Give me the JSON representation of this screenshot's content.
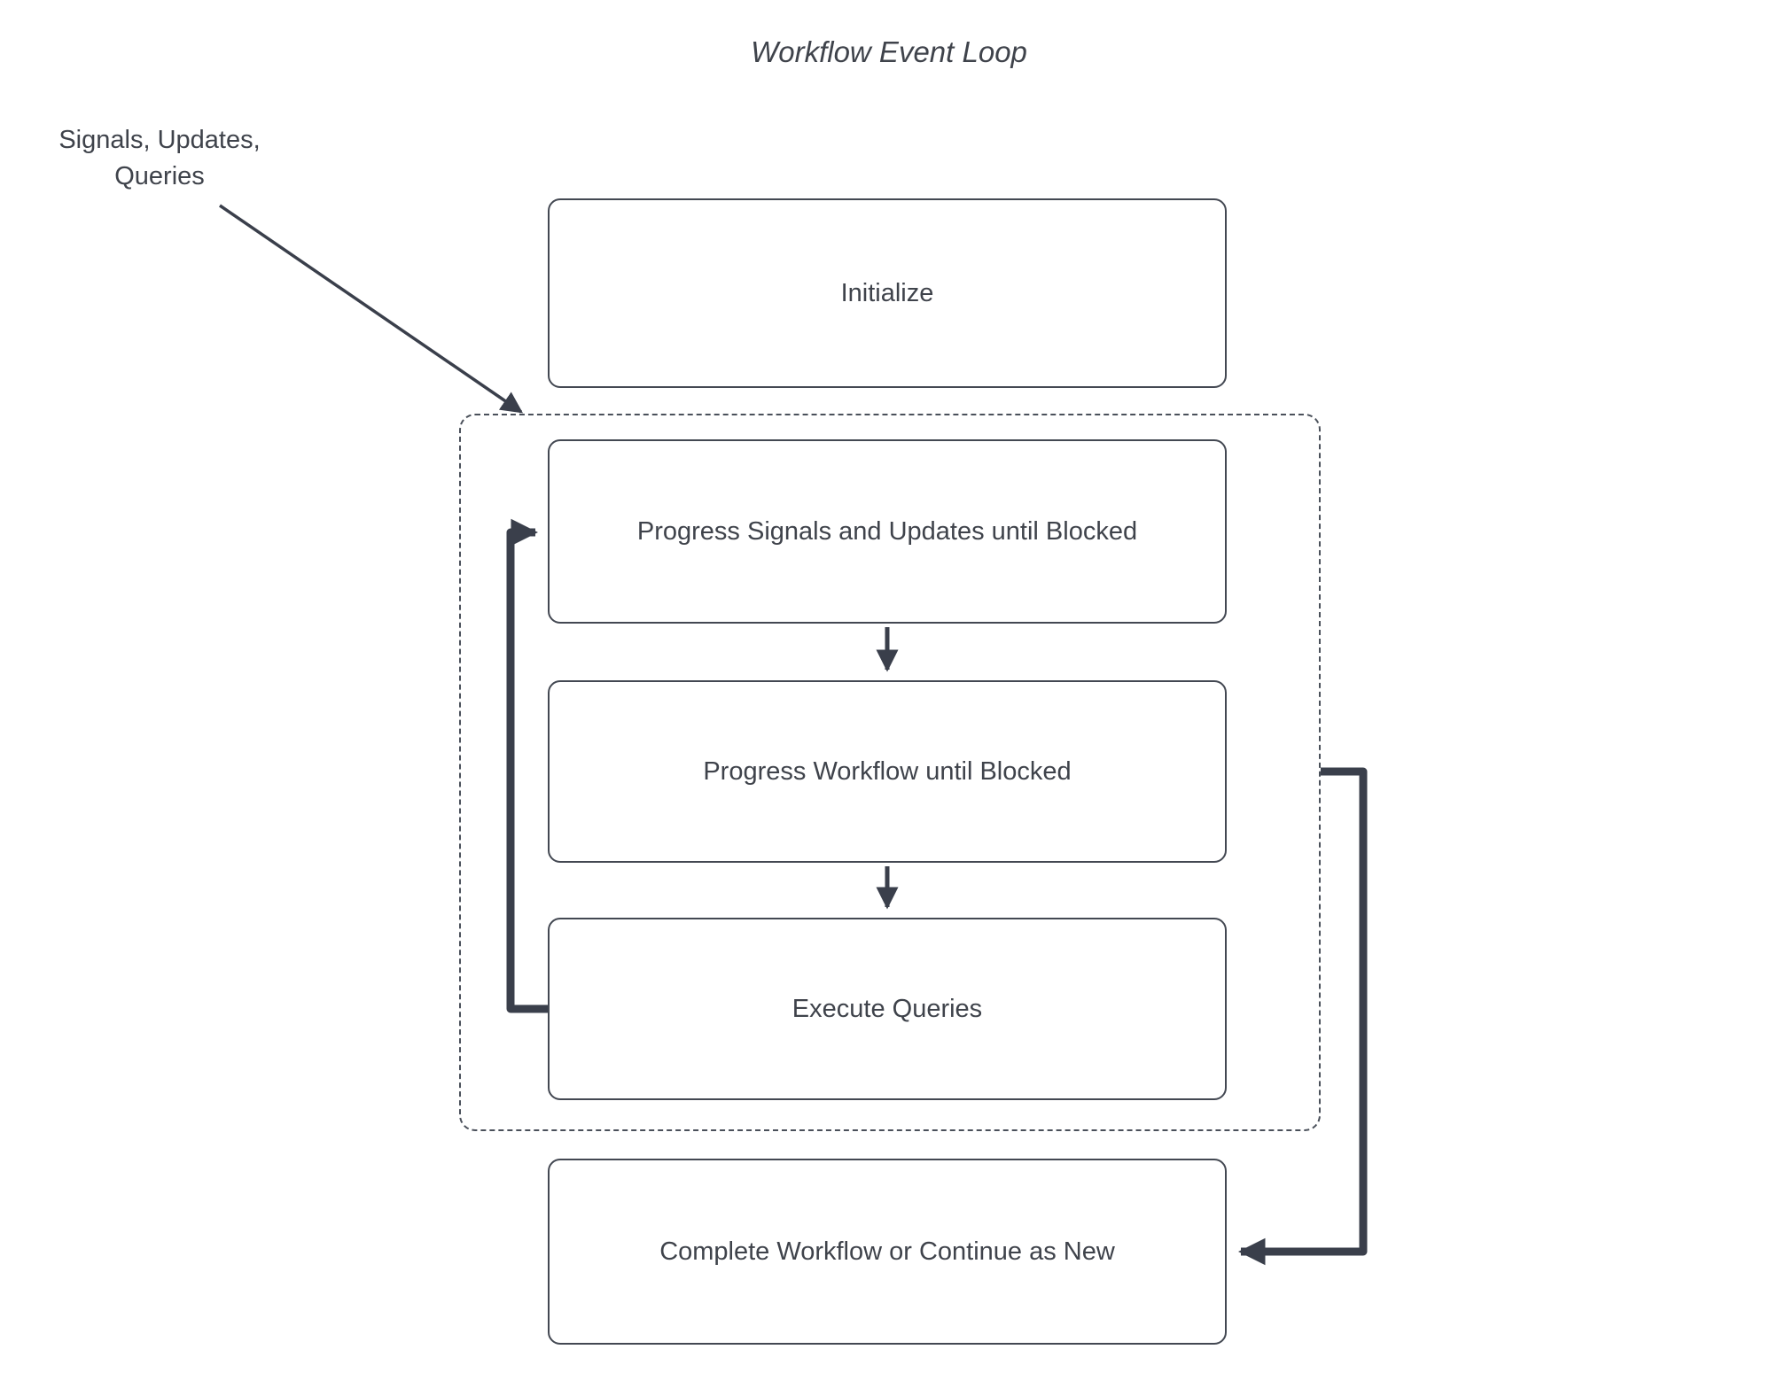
{
  "diagram": {
    "title": "Workflow Event Loop",
    "annotation": {
      "line1": "Signals, Updates,",
      "line2": "Queries"
    },
    "nodes": [
      {
        "id": "initialize",
        "label": "Initialize"
      },
      {
        "id": "progress-signals",
        "label": "Progress Signals and Updates until Blocked"
      },
      {
        "id": "progress-workflow",
        "label": "Progress Workflow until Blocked"
      },
      {
        "id": "execute-queries",
        "label": "Execute Queries"
      },
      {
        "id": "complete",
        "label": "Complete Workflow or Continue as New"
      }
    ],
    "colors": {
      "line": "#3a3f4b",
      "text": "#3f434b",
      "box_border": "#434852",
      "dashed_border": "#4a505a",
      "background": "#ffffff"
    }
  }
}
